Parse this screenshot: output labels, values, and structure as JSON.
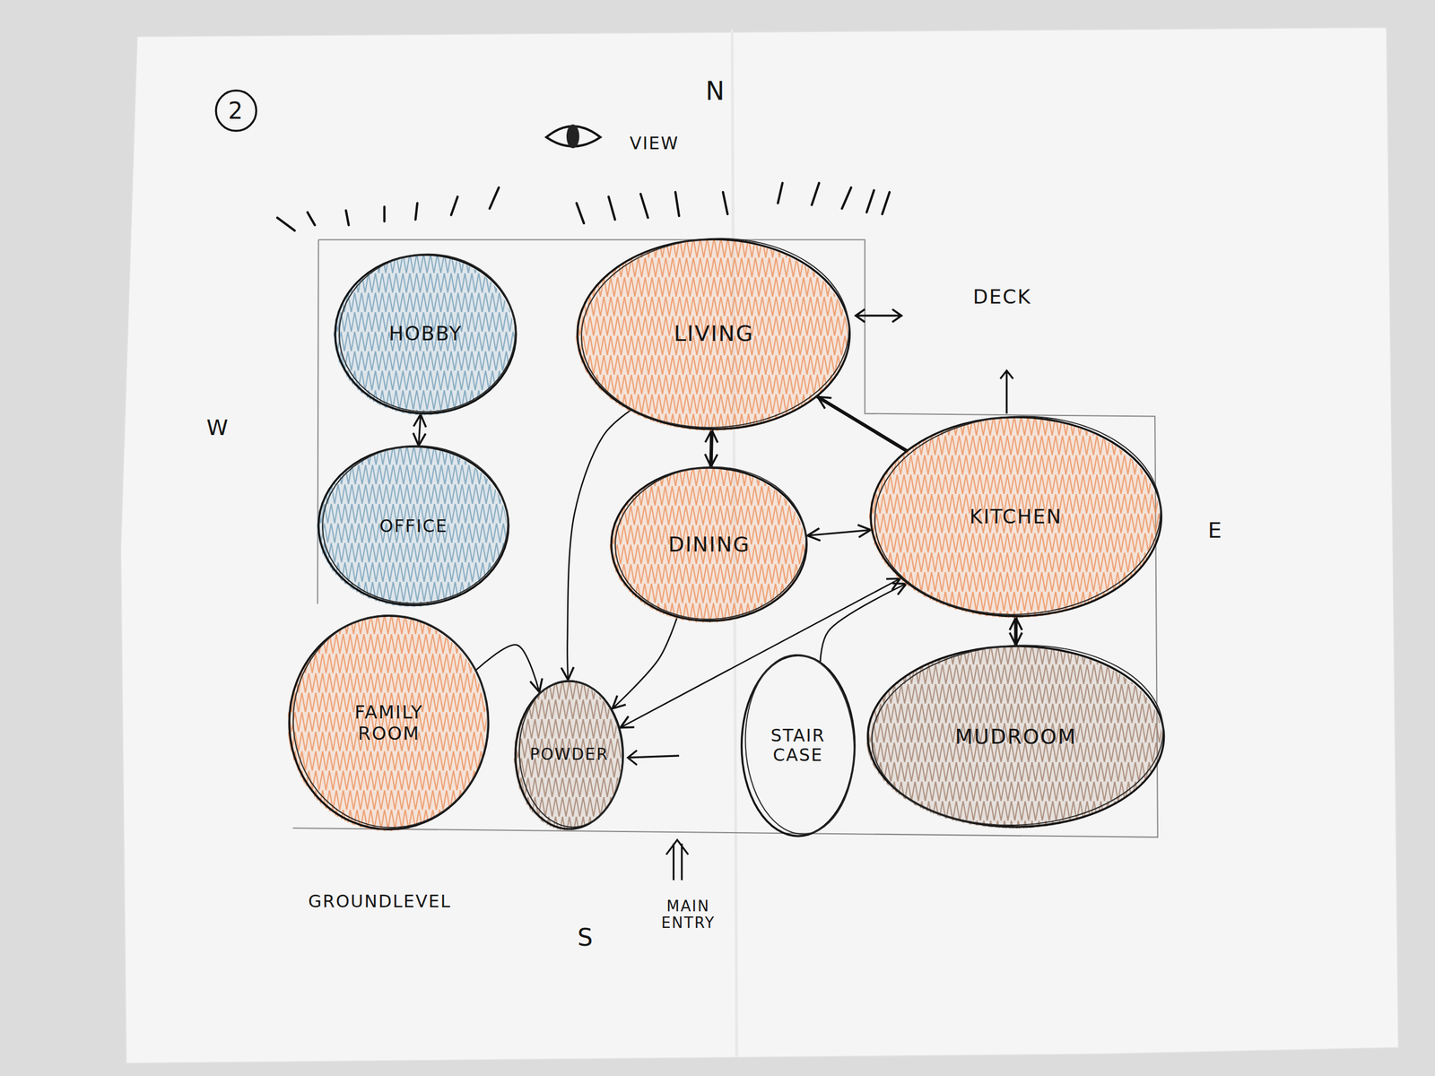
{
  "diagram": {
    "nodes": [
      {
        "text": [
          "HOBBY"
        ]
      },
      {
        "text": [
          "LIVING"
        ]
      },
      {
        "text": [
          "OFFICE"
        ]
      },
      {
        "text": [
          "DINING"
        ]
      },
      {
        "text": [
          "KITCHEN"
        ]
      },
      {
        "text": [
          "FAMILY ROOM"
        ]
      },
      {
        "text": [
          "POWDER"
        ]
      },
      {
        "text": [
          "STAIR CASE"
        ]
      },
      {
        "text": [
          "MUDROOM"
        ]
      }
    ],
    "edges": [
      {
        "from": 0,
        "to": 2,
        "arrow": "both"
      },
      {
        "from": 1,
        "to": 3,
        "arrow": "both"
      },
      {
        "from": 3,
        "to": 4,
        "arrow": "both"
      },
      {
        "from": 4,
        "to": 1,
        "arrow": "to"
      },
      {
        "from": 4,
        "to": 8,
        "arrow": "both"
      },
      {
        "from": 5,
        "to": 6,
        "arrow": "to"
      },
      {
        "from": 1,
        "to": 6,
        "arrow": "to"
      },
      {
        "from": 3,
        "to": 6,
        "arrow": "to"
      },
      {
        "from": 6,
        "to": 4,
        "arrow": "both"
      },
      {
        "from": 7,
        "to": 4,
        "arrow": "to"
      }
    ],
    "labels": [
      "2",
      "N",
      "VIEW",
      "DECK",
      "W",
      "E",
      "S",
      "GROUNDLEVEL",
      "MAIN ENTRY"
    ]
  }
}
